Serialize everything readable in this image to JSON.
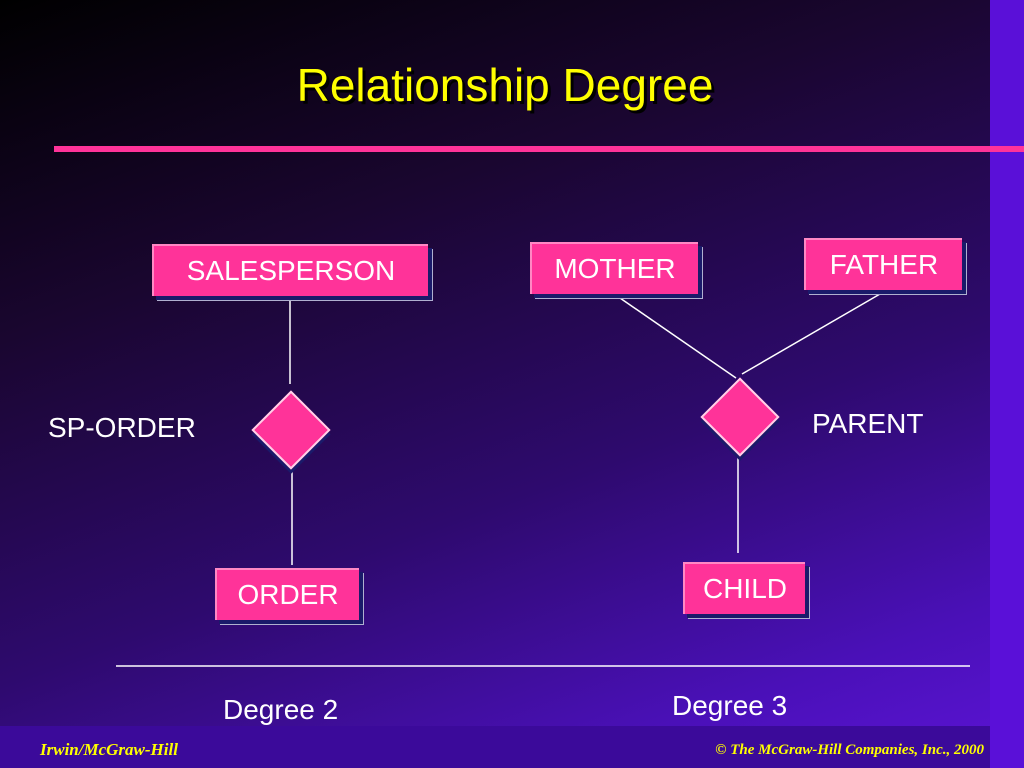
{
  "slide": {
    "title": "Relationship Degree",
    "footer_left": "Irwin/McGraw-Hill",
    "footer_right": "© The McGraw-Hill Companies, Inc., 2000"
  },
  "diagram_left": {
    "entity_top": "SALESPERSON",
    "relationship": "SP-ORDER",
    "entity_bottom": "ORDER",
    "degree": "Degree 2"
  },
  "diagram_right": {
    "entity_left": "MOTHER",
    "entity_right": "FATHER",
    "relationship": "PARENT",
    "entity_bottom": "CHILD",
    "degree": "Degree 3"
  },
  "colors": {
    "title": "#ffff00",
    "accent": "#ff3399",
    "text": "#ffffff"
  }
}
